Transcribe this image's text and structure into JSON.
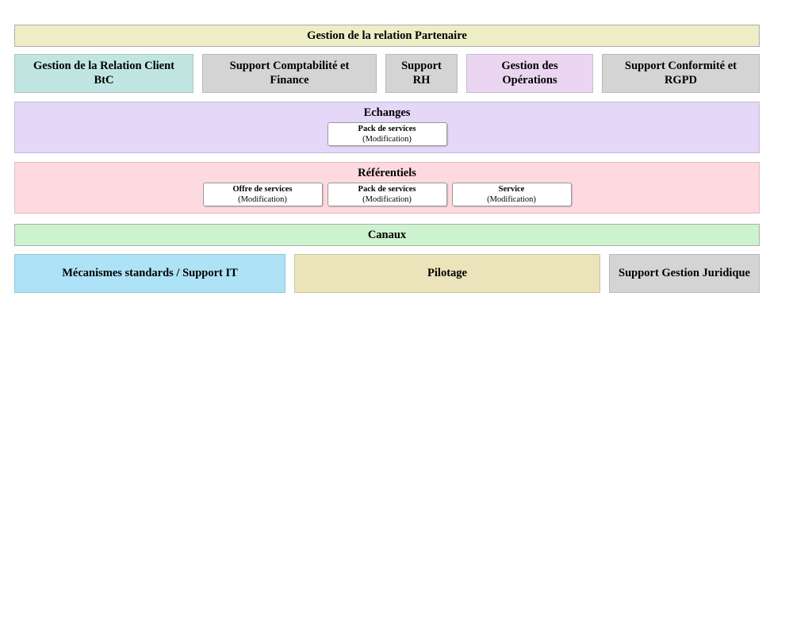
{
  "diagram": {
    "title": "Gestion de la relation Partenaire",
    "title_bar_color": "#EDEDC6",
    "capability_row": [
      {
        "label": "Gestion de la Relation Client BtC",
        "color": "#C1E6E1"
      },
      {
        "label": "Support Comptabilité et Finance",
        "color": "#D4D4D4"
      },
      {
        "label": "Support RH",
        "color": "#D4D4D4"
      },
      {
        "label": "Gestion des Opérations",
        "color": "#EAD6F1"
      },
      {
        "label": "Support Conformité et RGPD",
        "color": "#D4D4D4"
      }
    ],
    "sections": [
      {
        "title": "Echanges",
        "color": "#E5D7F7",
        "items": [
          {
            "name": "Pack de services",
            "qualifier": "(Modification)"
          }
        ]
      },
      {
        "title": "Référentiels",
        "color": "#FED9E0",
        "items": [
          {
            "name": "Offre de services",
            "qualifier": "(Modification)"
          },
          {
            "name": "Pack de services",
            "qualifier": "(Modification)"
          },
          {
            "name": "Service",
            "qualifier": "(Modification)"
          }
        ]
      },
      {
        "title": "Canaux",
        "color": "#CDF2CE",
        "items": []
      }
    ],
    "bottom_row": [
      {
        "label": "Mécanismes standards / Support IT",
        "color": "#ADE2F7"
      },
      {
        "label": "Pilotage",
        "color": "#EBE3BA"
      },
      {
        "label": "Support Gestion Juridique",
        "color": "#D4D4D4"
      }
    ]
  }
}
